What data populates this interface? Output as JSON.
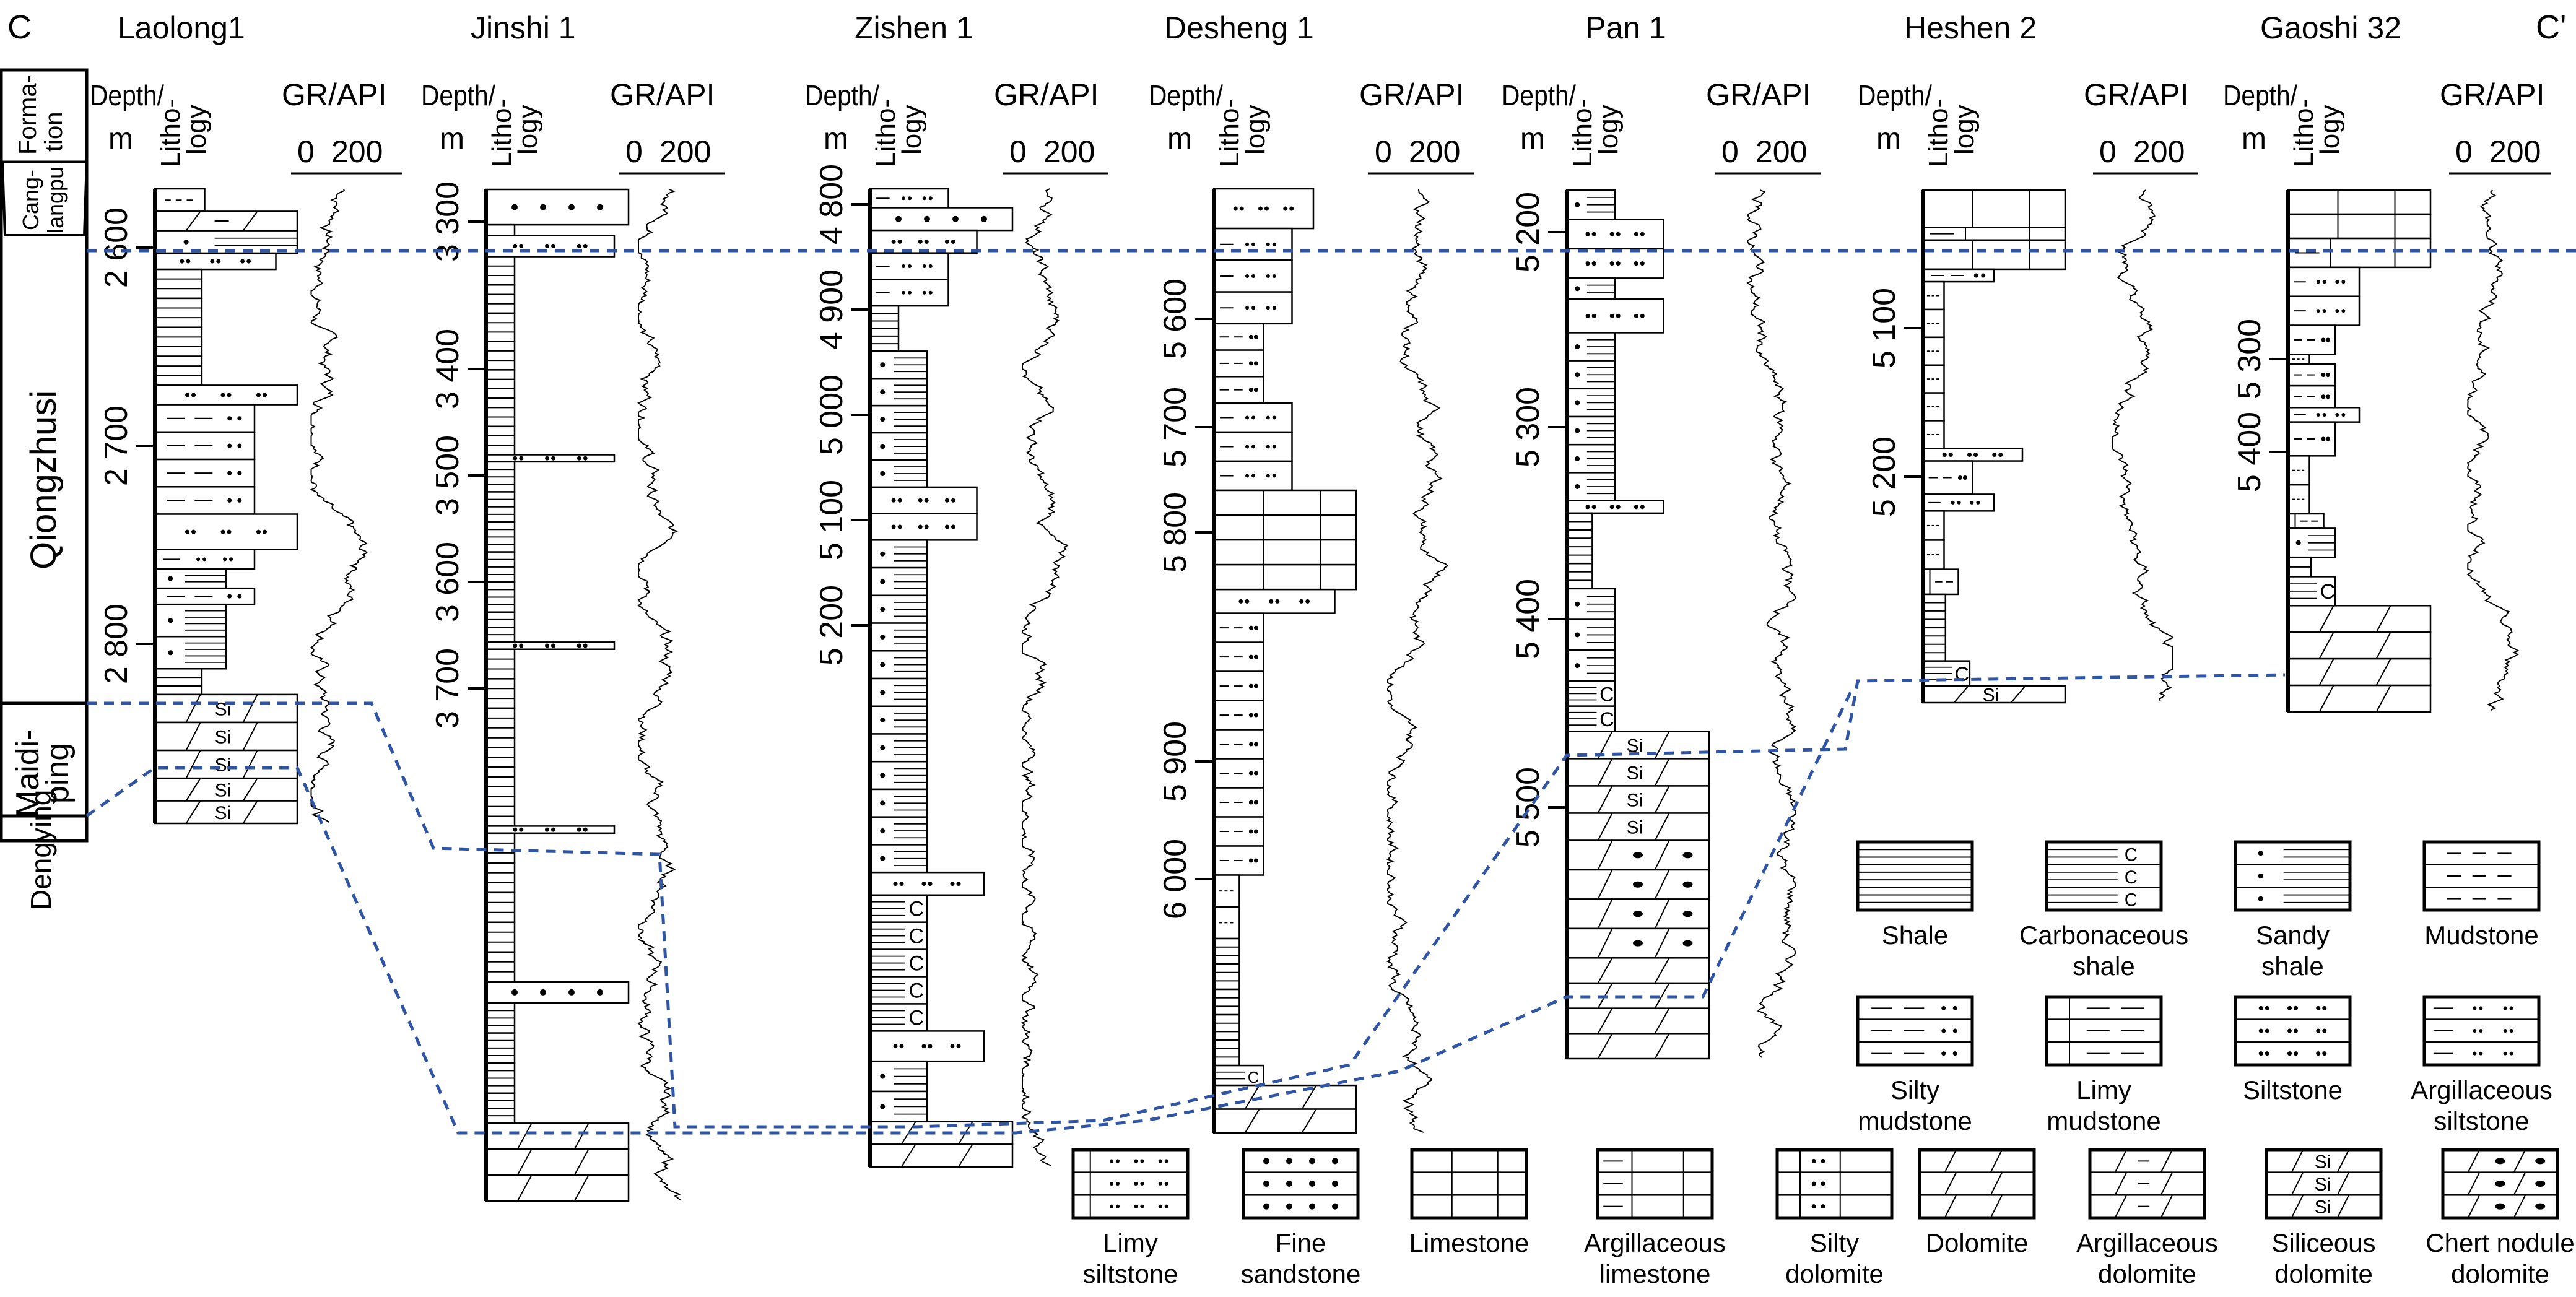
{
  "section": {
    "left_label": "C",
    "right_label": "C'"
  },
  "column_headers": {
    "depth": "Depth/",
    "depth_unit": "m",
    "lithology_1": "Litho-",
    "lithology_2": "logy",
    "gr": "GR/API",
    "gr_min": "0",
    "gr_max": "200"
  },
  "formation_column": {
    "header_1": "Forma-",
    "header_2": "tion",
    "formations": [
      {
        "name_1": "Cang-",
        "name_2": "langpu"
      },
      {
        "name_1": "Qiongzhusi",
        "name_2": ""
      },
      {
        "name_1": "Maidi-",
        "name_2": "ping"
      },
      {
        "name_1": "Dengying",
        "name_2": ""
      }
    ]
  },
  "wells": [
    {
      "name": "Laolong1",
      "depth_ticks": [
        "2 600",
        "2 700",
        "2 800"
      ]
    },
    {
      "name": "Jinshi 1",
      "depth_ticks": [
        "3 300",
        "3 400",
        "3 500",
        "3 600",
        "3 700"
      ]
    },
    {
      "name": "Zishen 1",
      "depth_ticks": [
        "4 800",
        "4 900",
        "5 000",
        "5 100",
        "5 200"
      ]
    },
    {
      "name": "Desheng 1",
      "depth_ticks": [
        "5 600",
        "5 700",
        "5 800",
        "5 900",
        "6 000"
      ]
    },
    {
      "name": "Pan 1",
      "depth_ticks": [
        "5 200",
        "5 300",
        "5 400",
        "5 500"
      ]
    },
    {
      "name": "Heshen 2",
      "depth_ticks": [
        "5 100",
        "5 200"
      ]
    },
    {
      "name": "Gaoshi 32",
      "depth_ticks": [
        "5 300",
        "5 400"
      ]
    }
  ],
  "legend": [
    {
      "label_1": "Shale",
      "label_2": "",
      "pattern": "shale"
    },
    {
      "label_1": "Carbonaceous",
      "label_2": "shale",
      "pattern": "carbonaceous-shale"
    },
    {
      "label_1": "Sandy",
      "label_2": "shale",
      "pattern": "sandy-shale"
    },
    {
      "label_1": "Mudstone",
      "label_2": "",
      "pattern": "mudstone"
    },
    {
      "label_1": "Silty",
      "label_2": "mudstone",
      "pattern": "silty-mudstone"
    },
    {
      "label_1": "Limy",
      "label_2": "mudstone",
      "pattern": "limy-mudstone"
    },
    {
      "label_1": "Siltstone",
      "label_2": "",
      "pattern": "siltstone"
    },
    {
      "label_1": "Argillaceous",
      "label_2": "siltstone",
      "pattern": "argillaceous-siltstone"
    },
    {
      "label_1": "Limy",
      "label_2": "siltstone",
      "pattern": "limy-siltstone"
    },
    {
      "label_1": "Fine",
      "label_2": "sandstone",
      "pattern": "fine-sandstone"
    },
    {
      "label_1": "Limestone",
      "label_2": "",
      "pattern": "limestone"
    },
    {
      "label_1": "Argillaceous",
      "label_2": "limestone",
      "pattern": "argillaceous-limestone"
    },
    {
      "label_1": "Silty",
      "label_2": "dolomite",
      "pattern": "silty-dolomite"
    },
    {
      "label_1": "Dolomite",
      "label_2": "",
      "pattern": "dolomite"
    },
    {
      "label_1": "Argillaceous",
      "label_2": "dolomite",
      "pattern": "argillaceous-dolomite"
    },
    {
      "label_1": "Siliceous",
      "label_2": "dolomite",
      "pattern": "siliceous-dolomite"
    },
    {
      "label_1": "Chert nodule",
      "label_2": "dolomite",
      "pattern": "chert-nodule-dolomite"
    }
  ],
  "symbols": {
    "siliceous": "Si",
    "carbonaceous": "C"
  },
  "colors": {
    "correlation_line": "#2f55a4",
    "ink": "#000000",
    "background": "#ffffff"
  }
}
